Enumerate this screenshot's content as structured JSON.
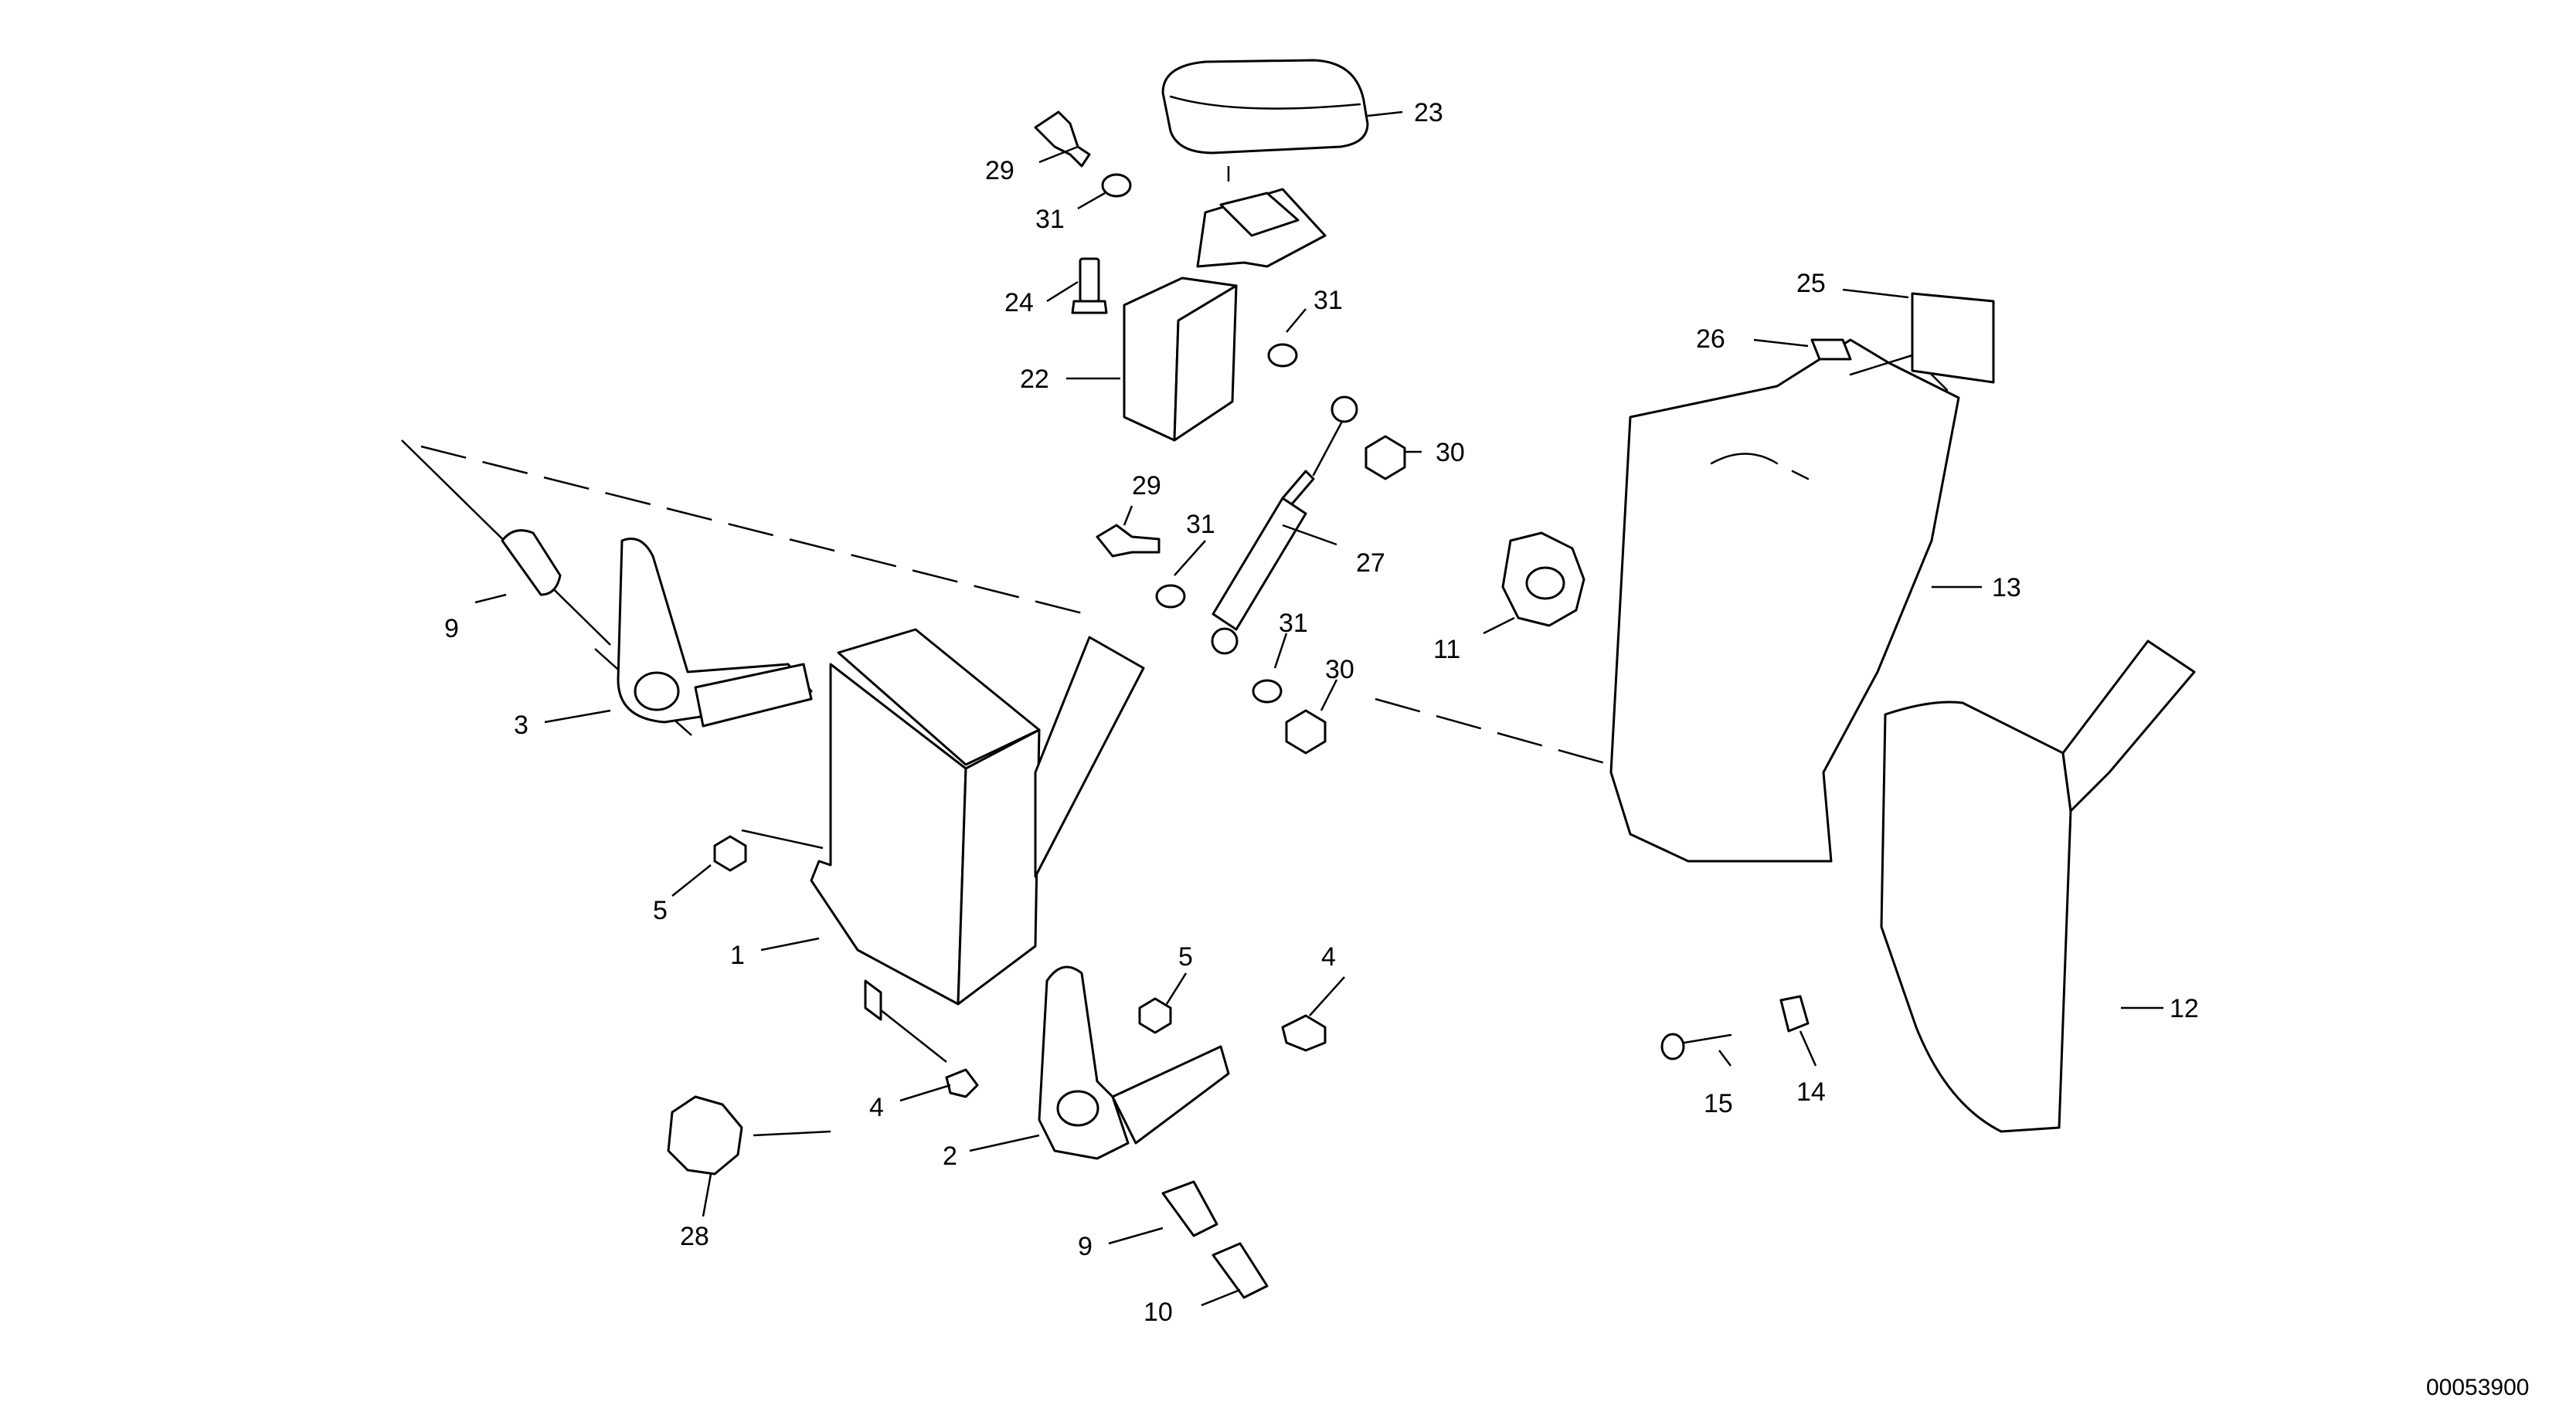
{
  "drawing_reference": "00053900",
  "callouts": {
    "c1": "1",
    "c2": "2",
    "c3": "3",
    "c4a": "4",
    "c4b": "4",
    "c5a": "5",
    "c5b": "5",
    "c9a": "9",
    "c9b": "9",
    "c10": "10",
    "c11": "11",
    "c12": "12",
    "c13": "13",
    "c14": "14",
    "c15": "15",
    "c22": "22",
    "c23": "23",
    "c24": "24",
    "c25": "25",
    "c26": "26",
    "c27": "27",
    "c28": "28",
    "c29a": "29",
    "c29b": "29",
    "c30a": "30",
    "c30b": "30",
    "c31a": "31",
    "c31b": "31",
    "c31c": "31",
    "c31d": "31"
  }
}
